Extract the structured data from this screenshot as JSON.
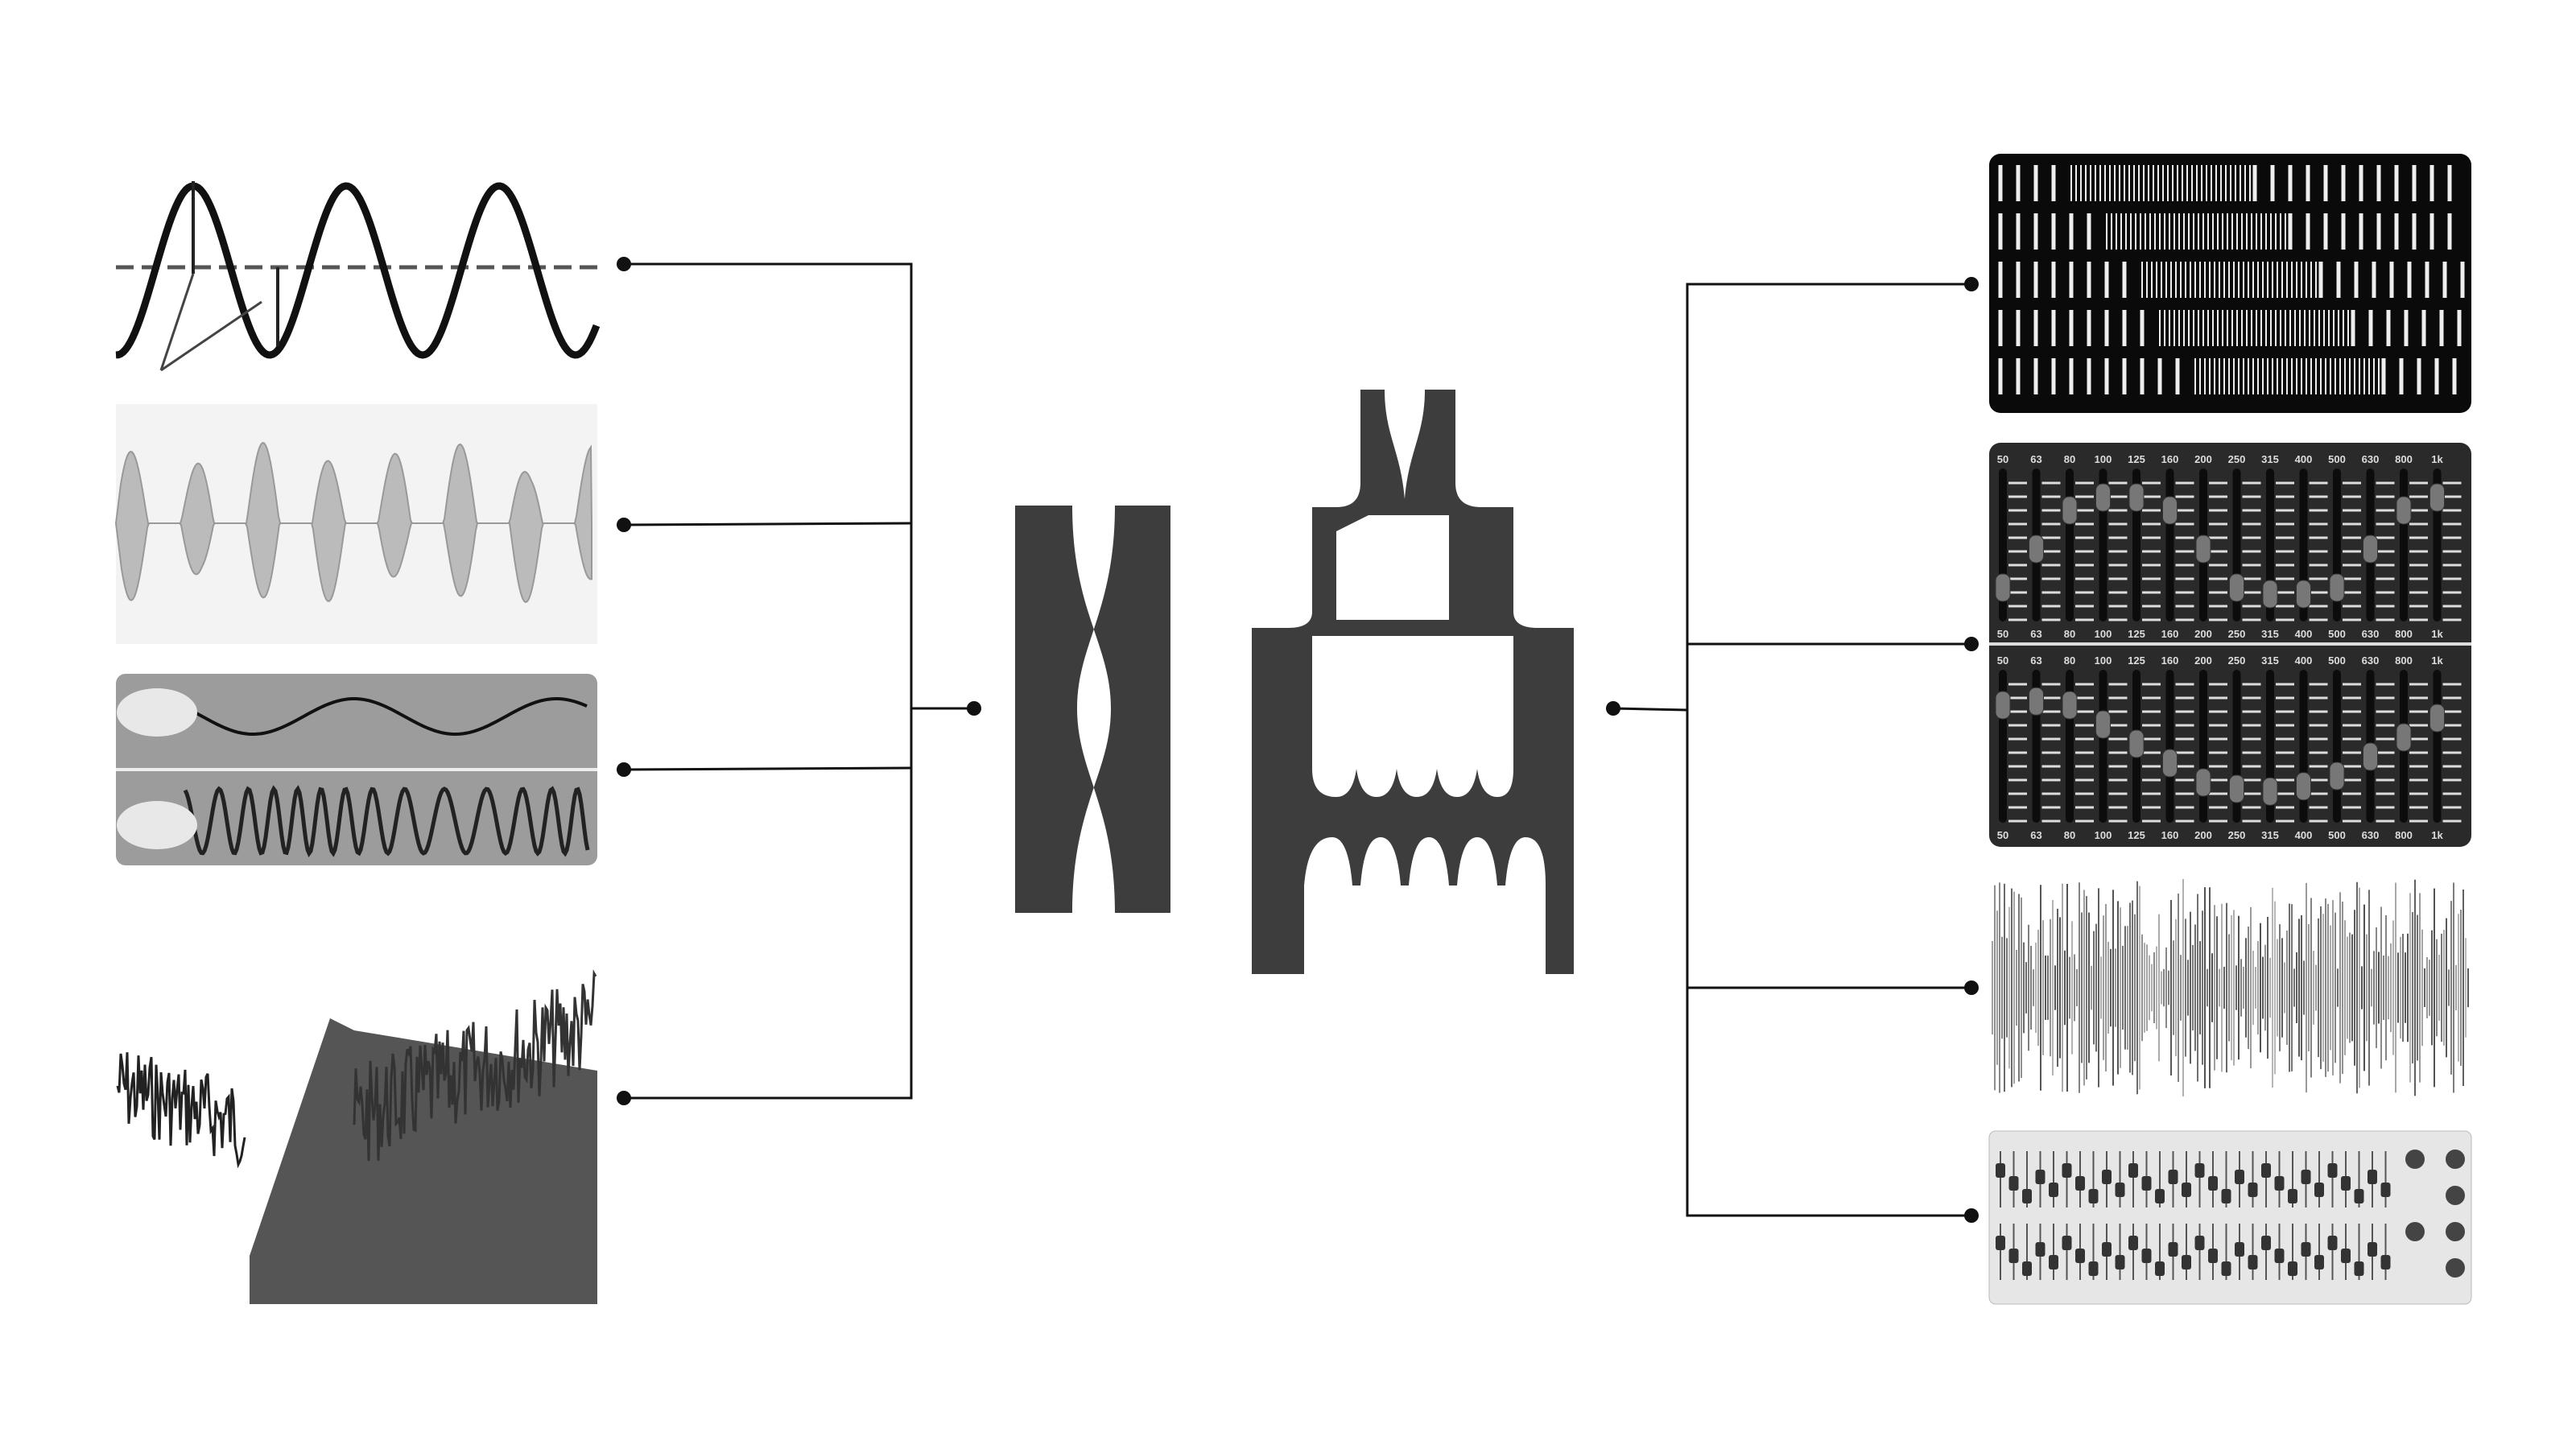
{
  "colors": {
    "line": "#111111",
    "shape": "#3d3d3d",
    "panel": "#222222"
  },
  "eq_bands": [
    "50",
    "63",
    "80",
    "100",
    "125",
    "160",
    "200",
    "250",
    "315",
    "400",
    "500",
    "630",
    "800",
    "1k"
  ],
  "inputs": [
    "sine-wave",
    "modulated-wave",
    "rope-waves",
    "noise-spectrum"
  ],
  "outputs": [
    "barcode-pattern",
    "graphic-equalizer",
    "impulse-waveform",
    "rack-equalizer"
  ]
}
